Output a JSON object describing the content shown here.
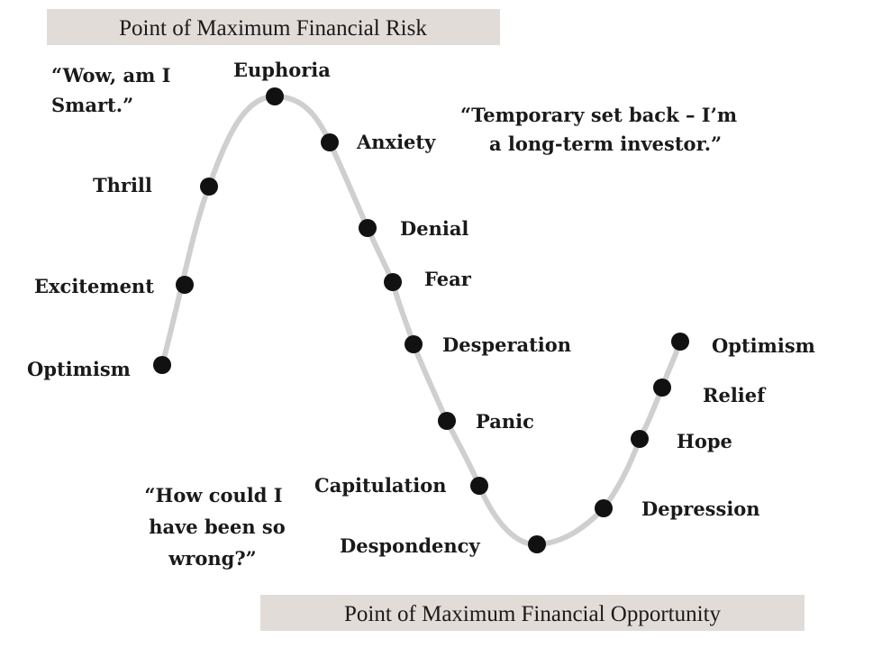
{
  "banners": {
    "top": "Point of Maximum Financial Risk",
    "bottom": "Point of Maximum Financial Opportunity"
  },
  "stages": [
    {
      "id": "optimism-1",
      "label": "Optimism"
    },
    {
      "id": "excitement",
      "label": "Excitement"
    },
    {
      "id": "thrill",
      "label": "Thrill"
    },
    {
      "id": "euphoria",
      "label": "Euphoria"
    },
    {
      "id": "anxiety",
      "label": "Anxiety"
    },
    {
      "id": "denial",
      "label": "Denial"
    },
    {
      "id": "fear",
      "label": "Fear"
    },
    {
      "id": "desperation",
      "label": "Desperation"
    },
    {
      "id": "panic",
      "label": "Panic"
    },
    {
      "id": "capitulation",
      "label": "Capitulation"
    },
    {
      "id": "despondency",
      "label": "Despondency"
    },
    {
      "id": "depression",
      "label": "Depression"
    },
    {
      "id": "hope",
      "label": "Hope"
    },
    {
      "id": "relief",
      "label": "Relief"
    },
    {
      "id": "optimism-2",
      "label": "Optimism"
    }
  ],
  "quotes": {
    "smart": [
      "“Wow, am I",
      "Smart.”"
    ],
    "setback": [
      "“Temporary set back – I’m",
      "a long-term investor.”"
    ],
    "wrong": [
      "“How could I",
      "have been so",
      "wrong?”"
    ]
  },
  "colors": {
    "curve": "#cfcfcf",
    "dot": "#111111",
    "banner": "#e2dcd9"
  }
}
